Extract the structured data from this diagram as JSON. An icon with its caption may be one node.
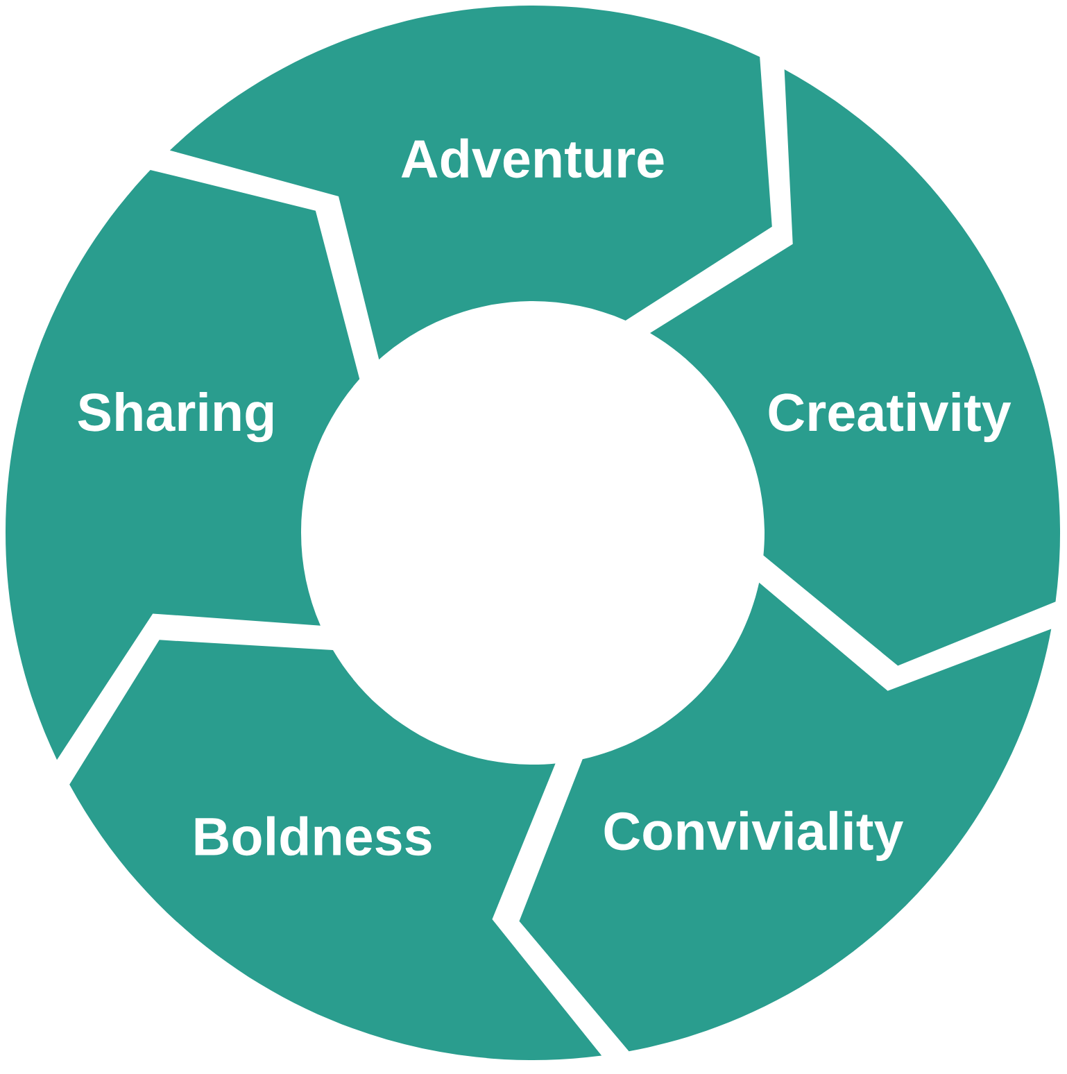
{
  "diagram": {
    "nodes": [
      {
        "text": [
          "Adventure"
        ]
      },
      {
        "text": [
          "Creativity"
        ]
      },
      {
        "text": [
          "Conviviality"
        ]
      },
      {
        "text": [
          "Boldness"
        ]
      },
      {
        "text": [
          "Sharing"
        ]
      }
    ]
  }
}
